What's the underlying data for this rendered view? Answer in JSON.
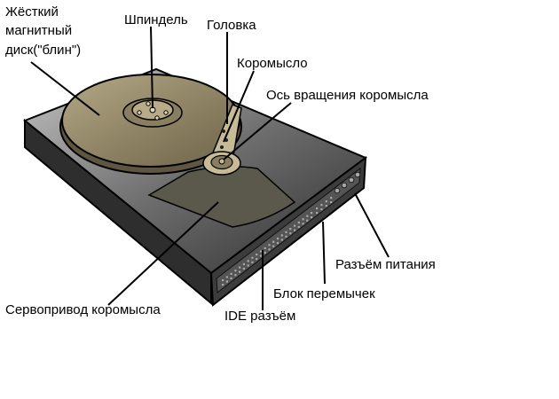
{
  "labels": {
    "platter_line1": "Жёсткий",
    "platter_line2": "магнитный",
    "platter_line3": "диск(\"блин\")",
    "spindle": "Шпиндель",
    "head": "Головка",
    "arm": "Коромысло",
    "pivot": "Ось вращения коромысла",
    "servo": "Сервопривод коромысла",
    "ide": "IDE разъём",
    "jumpers": "Блок перемычек",
    "power": "Разъём питания"
  },
  "colors": {
    "case_dark": "#3b3b3b",
    "case_light": "#c9c9c9",
    "platter": "#8b7f63",
    "platter_dark": "#5e5641",
    "arm": "#c7bb95",
    "servo": "#5b584c",
    "connector_face": "#575757",
    "pin": "#a9a9a9",
    "leader": "#000000"
  }
}
